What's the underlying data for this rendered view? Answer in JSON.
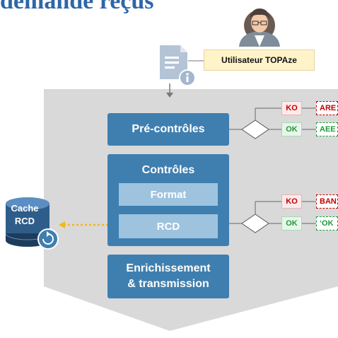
{
  "title": "demande reçus",
  "user": {
    "label": "Utilisateur TOPAze"
  },
  "steps": {
    "pre_controles": "Pré-contrôles",
    "controles": "Contrôles",
    "format": "Format",
    "rcd": "RCD",
    "enrichissement_line1": "Enrichissement",
    "enrichissement_line2": "& transmission"
  },
  "cache": {
    "line1": "Cache",
    "line2": "RCD"
  },
  "decision_top": {
    "ko": "KO",
    "ok": "OK",
    "ko_result": "ARE",
    "ok_result": "AEE"
  },
  "decision_bottom": {
    "ko": "KO",
    "ok": "OK",
    "ko_result": "BAN",
    "ok_result": "‘OK"
  },
  "colors": {
    "title": "#2e66a8",
    "step_box": "#3f7fb0",
    "sub_box": "#9ec3de",
    "funnel": "#d9d9d9",
    "ko": "#c00000",
    "ok": "#1e9b3a",
    "arrow_dotted": "#f2b81a"
  }
}
